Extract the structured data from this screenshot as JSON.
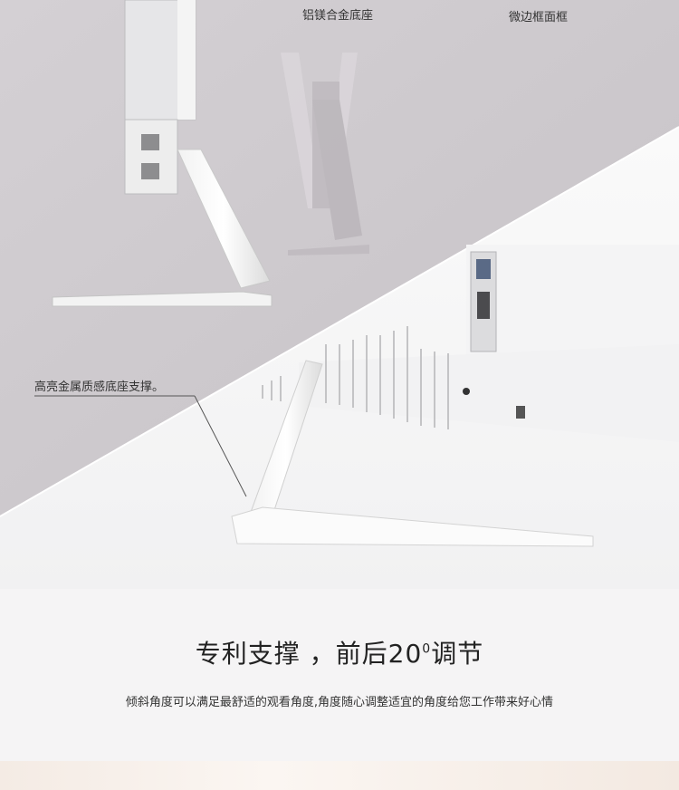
{
  "labels": {
    "base": "铝镁合金底座",
    "bezel": "微边框面框",
    "stand": "高亮金属质感底座支撑。"
  },
  "headline": {
    "main": "专利支撑 ，前后20",
    "sup": "0",
    "tail": "调节"
  },
  "description": "倾斜角度可以满足最舒适的观看角度,角度随心调整适宜的角度给您工作带来好心情",
  "colors": {
    "grey_panel": "#cdc9cd",
    "white_panel": "#f7f7f8",
    "caption_bg": "#f5f4f5"
  }
}
